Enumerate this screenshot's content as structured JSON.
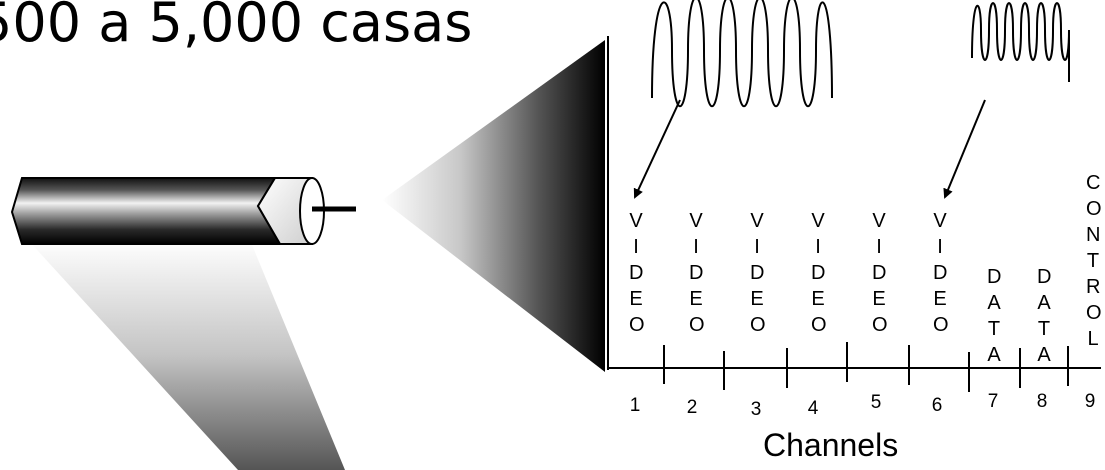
{
  "title": "500 a 5,000 casas",
  "axis_label": "Channels",
  "channels": [
    {
      "number": "1",
      "label": "VIDEO"
    },
    {
      "number": "2",
      "label": "VIDEO"
    },
    {
      "number": "3",
      "label": "VIDEO"
    },
    {
      "number": "4",
      "label": "VIDEO"
    },
    {
      "number": "5",
      "label": "VIDEO"
    },
    {
      "number": "6",
      "label": "VIDEO"
    },
    {
      "number": "7",
      "label": "DATA"
    },
    {
      "number": "8",
      "label": "DATA"
    },
    {
      "number": "9",
      "label": "CONTROL"
    }
  ]
}
